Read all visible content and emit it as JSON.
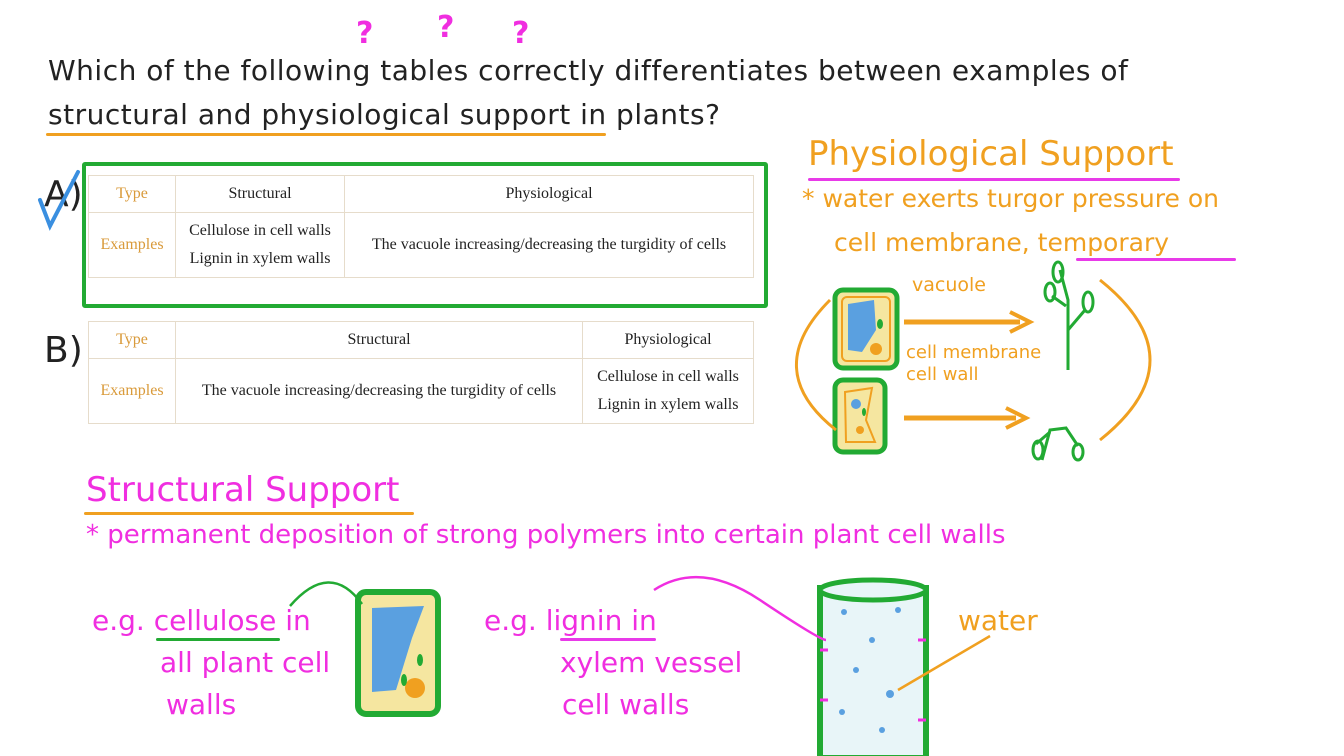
{
  "question": {
    "line1": "Which of the following tables correctly differentiates between examples of",
    "line2_part1": "structural",
    "line2_part2": "and",
    "line2_part3": "physiological",
    "line2_part4": "support",
    "line2_part5": "in plants?",
    "question_marks": [
      "?",
      "?",
      "?"
    ]
  },
  "options": [
    {
      "label": "A)",
      "headers": [
        "Type",
        "Structural",
        "Physiological"
      ],
      "row_label": "Examples",
      "structural": [
        "Cellulose in cell walls",
        "Lignin in xylem walls"
      ],
      "physiological": [
        "The vacuole increasing/decreasing the turgidity of cells"
      ],
      "selected": true
    },
    {
      "label": "B)",
      "headers": [
        "Type",
        "Structural",
        "Physiological"
      ],
      "row_label": "Examples",
      "structural": [
        "The vacuole increasing/decreasing the turgidity of cells"
      ],
      "physiological": [
        "Cellulose in cell walls",
        "Lignin in xylem walls"
      ],
      "selected": false
    }
  ],
  "physiological_notes": {
    "title": "Physiological Support",
    "line1": "* water exerts turgor pressure on",
    "line2a": "cell membrane,",
    "line2b": "temporary",
    "labels": {
      "vacuole": "vacuole",
      "cell_membrane": "cell membrane",
      "cell_wall": "cell wall"
    }
  },
  "structural_notes": {
    "title": "Structural Support",
    "line1": "* permanent deposition of strong polymers into certain plant cell walls",
    "eg1_prefix": "e.g.",
    "eg1_word": "cellulose",
    "eg1_rest1": "in",
    "eg1_rest2": "all plant cell",
    "eg1_rest3": "walls",
    "eg2_prefix": "e.g.",
    "eg2_word": "lignin",
    "eg2_rest1": "in",
    "eg2_rest2": "xylem vessel",
    "eg2_rest3": "cell walls",
    "water_label": "water"
  },
  "colors": {
    "orange": "#f0a020",
    "pink": "#f02ee0",
    "green": "#22aa33",
    "blue": "#5aa0e0",
    "check": "#3a8fe0"
  }
}
